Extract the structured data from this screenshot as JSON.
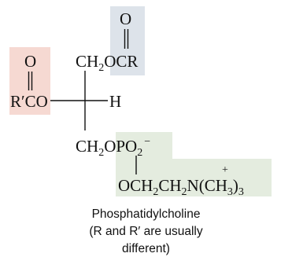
{
  "structure": {
    "top_oxygen": "O",
    "top_fragment": {
      "main": "CH",
      "sub": "2",
      "tail": "OCR"
    },
    "left_oxygen": "O",
    "left_fragment": "R′CO",
    "hydrogen": "H",
    "phosphate": {
      "main": "CH",
      "sub": "2",
      "mid": "OPO",
      "sub2": "2",
      "sup": "−"
    },
    "plus_sign": "+",
    "choline": {
      "a": "OCH",
      "s1": "2",
      "b": "CH",
      "s2": "2",
      "c": "N(CH",
      "s3": "3",
      "d": ")",
      "s4": "3"
    }
  },
  "caption": {
    "line1": "Phosphatidylcholine",
    "line2": "(R and R′ are usually",
    "line3": "different)"
  },
  "colors": {
    "acyl_top_box": "#dde3ea",
    "acyl_left_box": "#f6d9d2",
    "choline_box": "#e4ecdf",
    "bond": "#111111"
  }
}
